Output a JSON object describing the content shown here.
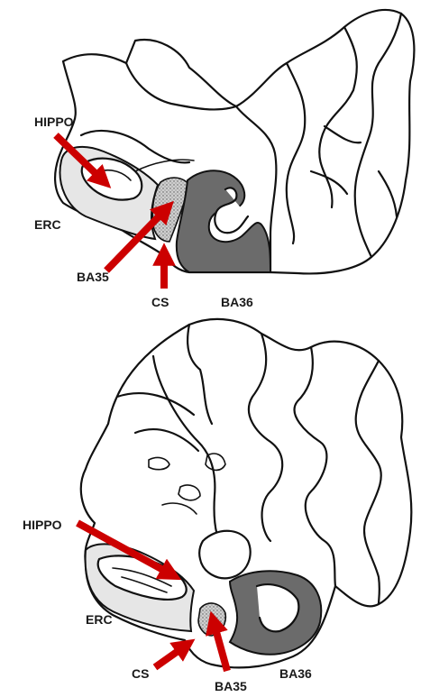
{
  "labels": {
    "top": {
      "hippo": "HIPPO",
      "erc": "ERC",
      "ba35": "BA35",
      "cs": "CS",
      "ba36": "BA36"
    },
    "bottom": {
      "hippo": "HIPPO",
      "erc": "ERC",
      "cs": "CS",
      "ba35": "BA35",
      "ba36": "BA36"
    }
  },
  "colors": {
    "arrow": "#cc0000",
    "dark_region": "#6b6b6b",
    "light_region": "#e6e6e6",
    "outline": "#111111"
  }
}
